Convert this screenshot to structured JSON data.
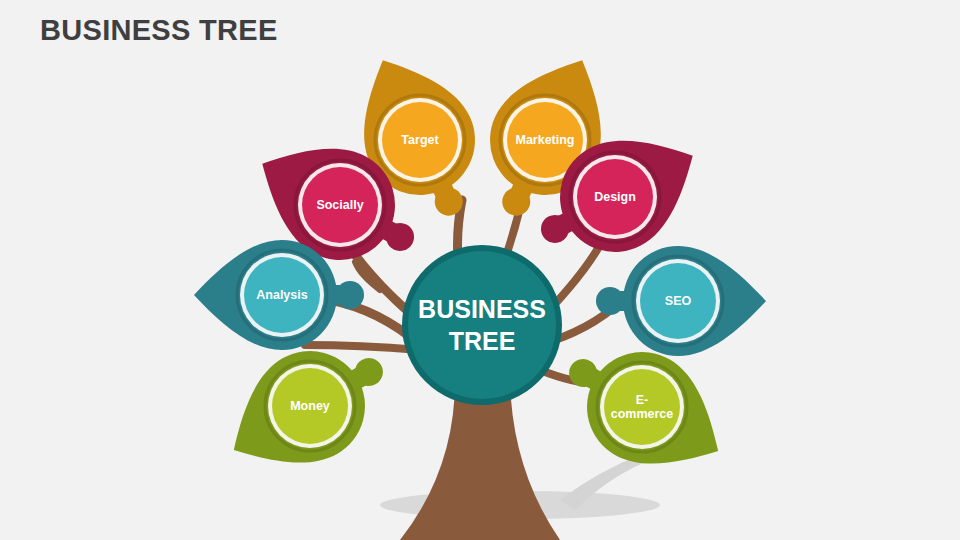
{
  "diagram": {
    "title": "BUSINESS TREE",
    "nodes": [
      {
        "text": [
          "Target"
        ]
      },
      {
        "text": [
          "Marketing"
        ]
      },
      {
        "text": [
          "Socially"
        ]
      },
      {
        "text": [
          "Design"
        ]
      },
      {
        "text": [
          "Analysis"
        ]
      },
      {
        "text": [
          "SEO"
        ]
      },
      {
        "text": [
          "Money"
        ]
      },
      {
        "text": [
          "E-commerce"
        ]
      },
      {
        "text": [
          "BUSINESS TREE"
        ]
      }
    ]
  }
}
